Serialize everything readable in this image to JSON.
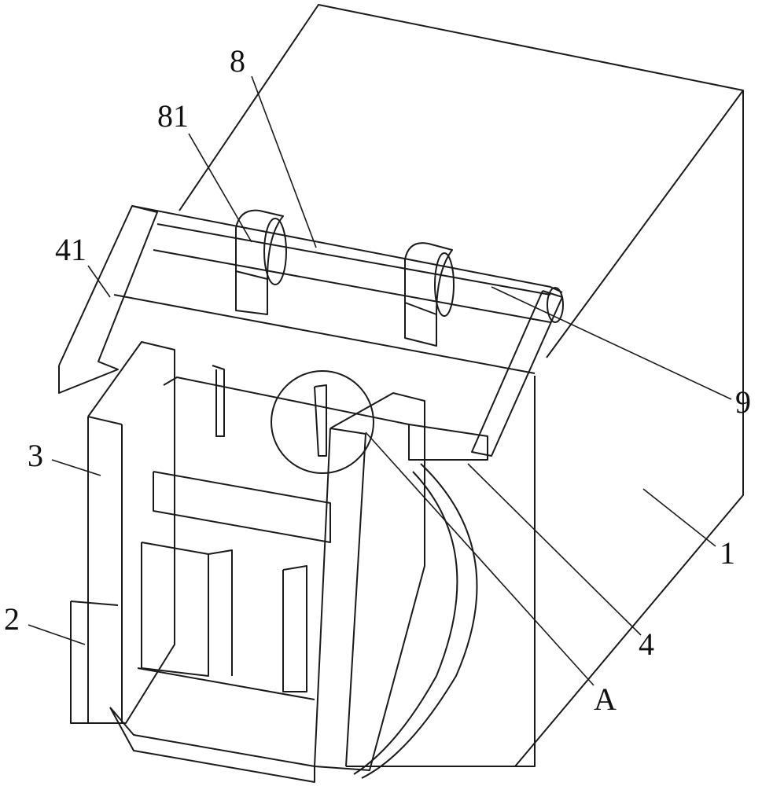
{
  "labels": {
    "part_8": "8",
    "part_81": "81",
    "part_41": "41",
    "part_9": "9",
    "part_3": "3",
    "part_2": "2",
    "part_1": "1",
    "part_4": "4",
    "detail_A": "A"
  },
  "colors": {
    "line": "#1a1a1a",
    "background": "#ffffff"
  }
}
